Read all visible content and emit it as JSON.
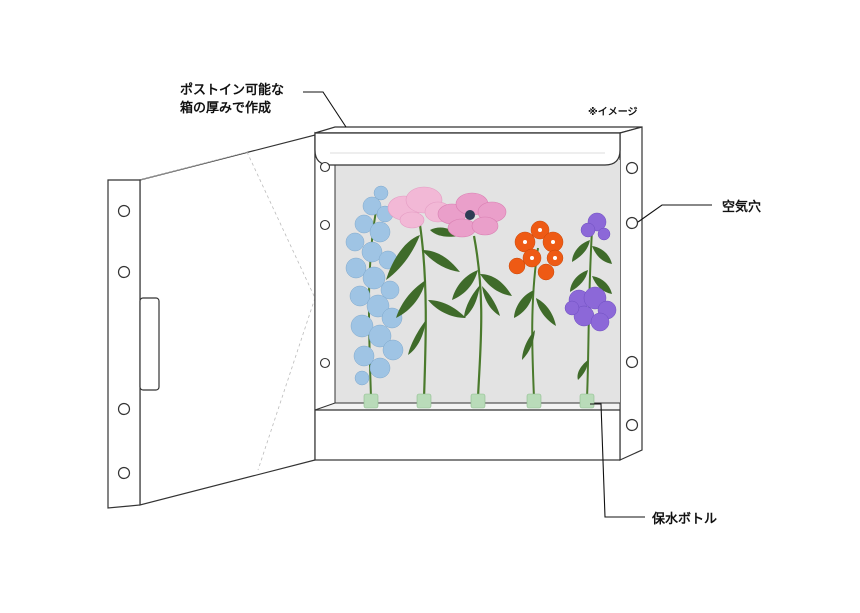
{
  "labels": {
    "post_line1": "ポストイン可能な",
    "post_line2": "箱の厚みで作成",
    "image_note": "※イメージ",
    "air_holes": "空気穴",
    "water_bottle": "保水ボトル"
  },
  "colors": {
    "box_outline": "#333333",
    "box_interior": "#e3e3e3",
    "box_panel": "#ffffff",
    "stem": "#4a7a2c",
    "leaf": "#3f6b2a",
    "bottle": "#b9dbb9"
  },
  "flowers": [
    {
      "name": "delphinium",
      "color": "#9fc4e4"
    },
    {
      "name": "sweet-pea",
      "color": "#f2b8d6"
    },
    {
      "name": "anemone",
      "color": "#ea9fca"
    },
    {
      "name": "orange-star",
      "color": "#ee5a14"
    },
    {
      "name": "verbena",
      "color": "#8c68d8"
    }
  ]
}
